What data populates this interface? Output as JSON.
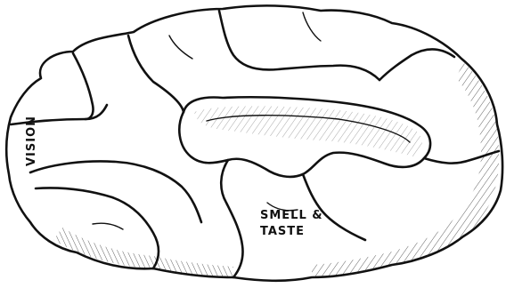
{
  "labels": {
    "vision": "VISION",
    "smell_line1": "SMELL &",
    "smell_line2": "TASTE"
  }
}
